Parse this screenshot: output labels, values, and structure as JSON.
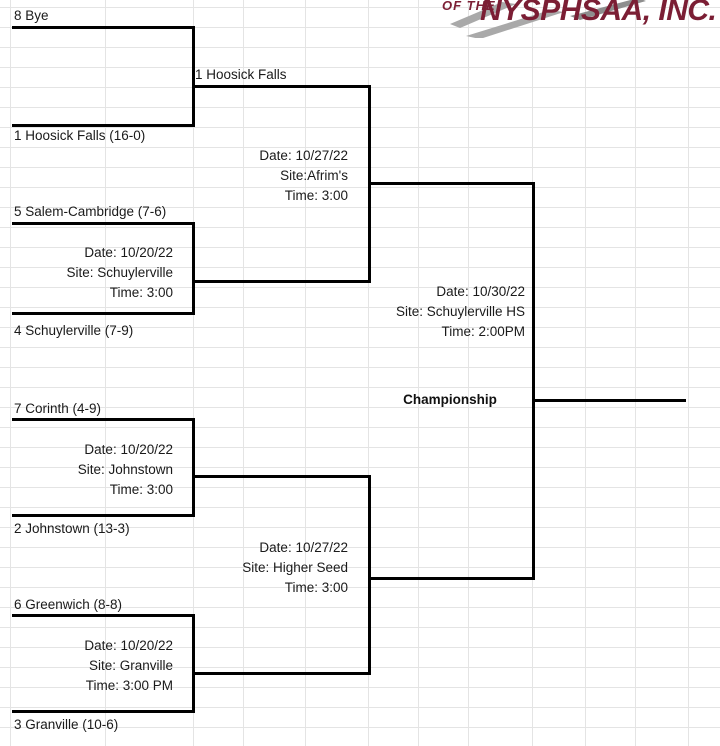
{
  "document": {
    "type": "tournament-bracket",
    "title": "Championship"
  },
  "logo": {
    "line1": "OF THE",
    "line2": "NYSPHSAA, INC.",
    "maroon": "#7B1E34",
    "gray": "#A9A9A9"
  },
  "round1": [
    {
      "top_team": "8  Bye",
      "bottom_team": "1 Hoosick Falls (16-0)",
      "game": {
        "date": "",
        "site": "",
        "time": ""
      }
    },
    {
      "top_team": "5 Salem-Cambridge (7-6)",
      "bottom_team": "4  Schuylerville (7-9)",
      "game": {
        "date": "Date: 10/20/22",
        "site": "Site: Schuylerville",
        "time": "Time: 3:00"
      }
    },
    {
      "top_team": "7 Corinth (4-9)",
      "bottom_team": "2 Johnstown (13-3)",
      "game": {
        "date": "Date: 10/20/22",
        "site": "Site: Johnstown",
        "time": "Time: 3:00"
      }
    },
    {
      "top_team": "6 Greenwich (8-8)",
      "bottom_team": "3 Granville (10-6)",
      "game": {
        "date": "Date: 10/20/22",
        "site": "Site: Granville",
        "time": "Time: 3:00 PM"
      }
    }
  ],
  "semifinals": [
    {
      "winner": "1 Hoosick Falls",
      "game": {
        "date": "Date: 10/27/22",
        "site": "Site:Afrim's",
        "time": "Time: 3:00"
      }
    },
    {
      "winner": "",
      "game": {
        "date": "Date: 10/27/22",
        "site": "Site: Higher Seed",
        "time": "Time: 3:00"
      }
    }
  ],
  "final": {
    "label": "Championship",
    "game": {
      "date": "Date: 10/30/22",
      "site": "Site: Schuylerville HS",
      "time": "Time: 2:00PM"
    }
  }
}
